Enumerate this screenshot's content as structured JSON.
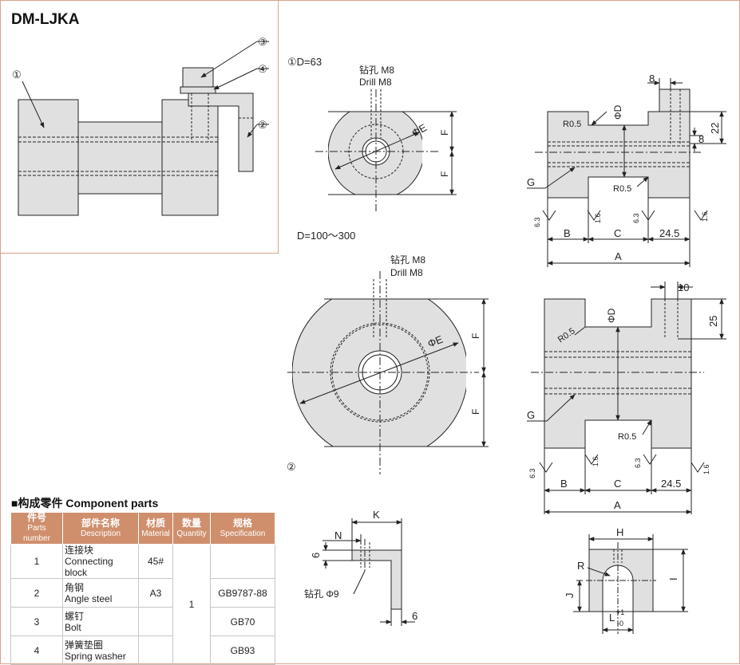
{
  "model": "DM-LJKA",
  "assembly": {
    "callouts": [
      "①",
      "②",
      "③",
      "④"
    ]
  },
  "view1": {
    "range": "①D=63",
    "drill_cn": "钻孔 M8",
    "drill_en": "Drill  M8",
    "phiE": "ΦE",
    "F": "F",
    "phiD": "ΦD",
    "B": "B",
    "C": "C",
    "A": "A",
    "G": "G",
    "dim_8a": "8",
    "dim_8b": "8",
    "dim_22": "22",
    "r05a": "R0.5",
    "r05b": "R0.5",
    "dim_245": "24.5",
    "rough_a": "6.3",
    "rough_b": "1.6",
    "rough_c": "6.3",
    "rough_d": "1.6"
  },
  "view2": {
    "range": "D=100～300",
    "drill_cn": "钻孔 M8",
    "drill_en": "Drill  M8",
    "phiE": "ΦE",
    "F": "F",
    "phiD": "ΦD",
    "B": "B",
    "C": "C",
    "A": "A",
    "G": "G",
    "dim_10": "10",
    "dim_25": "25",
    "r05a": "R0.5",
    "r05b": "R0.5",
    "dim_245": "24.5",
    "rough_a": "6.3",
    "rough_b": "1.6",
    "rough_c": "6.3",
    "rough_d": "1.6"
  },
  "angle": {
    "label": "②",
    "K": "K",
    "N": "N",
    "dim_6a": "6",
    "drill": "钻孔 Φ9",
    "dim_6b": "6",
    "H": "H",
    "R": "R",
    "I": "I",
    "J": "J",
    "L": "L",
    "tol_plus": "+1",
    "tol_minus": "-0"
  },
  "parts": {
    "heading": "■构成零件 Component parts",
    "columns": [
      {
        "zh": "件号",
        "en": "Parts number"
      },
      {
        "zh": "部件名称",
        "en": "Description"
      },
      {
        "zh": "材质",
        "en": "Material"
      },
      {
        "zh": "数量",
        "en": "Quantity"
      },
      {
        "zh": "规格",
        "en": "Specification"
      }
    ],
    "rows": [
      {
        "no": "1",
        "zh": "连接块",
        "en": "Connecting block",
        "material": "45#",
        "spec": ""
      },
      {
        "no": "2",
        "zh": "角钢",
        "en": "Angle steel",
        "material": "A3",
        "spec": "GB9787-88"
      },
      {
        "no": "3",
        "zh": "螺钉",
        "en": "Bolt",
        "material": "",
        "spec": "GB70"
      },
      {
        "no": "4",
        "zh": "弹簧垫圈",
        "en": "Spring washer",
        "material": "",
        "spec": "GB93"
      }
    ],
    "quantity": "1"
  }
}
